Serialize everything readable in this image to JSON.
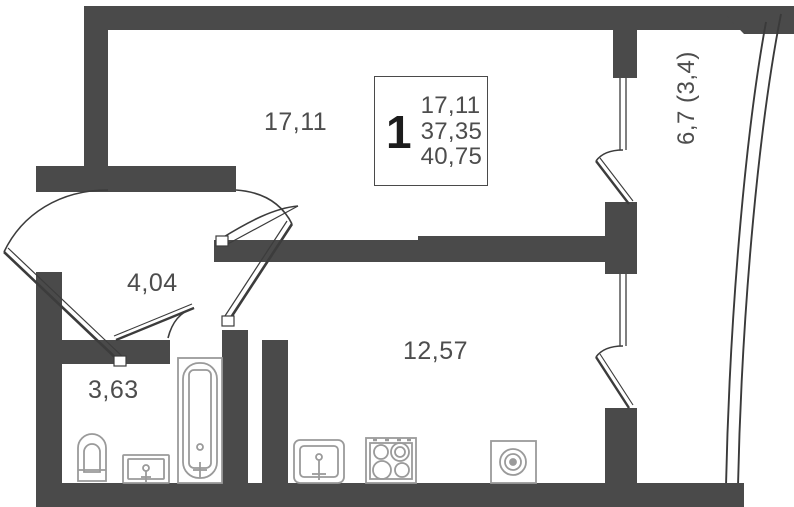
{
  "plan": {
    "wall_color": "#4a4a4a",
    "fixture_color": "#9a9a9a",
    "label_color": "#4d4d4d",
    "background": "#ffffff"
  },
  "info_box": {
    "rooms": "1",
    "areas": [
      "17,11",
      "37,35",
      "40,75"
    ]
  },
  "rooms": [
    {
      "id": "living",
      "label": "17,11"
    },
    {
      "id": "hall",
      "label": "4,04"
    },
    {
      "id": "bath",
      "label": "3,63"
    },
    {
      "id": "kitchen",
      "label": "12,57"
    },
    {
      "id": "balcony",
      "label": "6,7 (3,4)"
    }
  ],
  "fixtures": [
    {
      "id": "toilet",
      "name": "toilet-fixture"
    },
    {
      "id": "bath-sink",
      "name": "bathroom-sink-fixture"
    },
    {
      "id": "bathtub",
      "name": "bathtub-fixture"
    },
    {
      "id": "kitchen-sink",
      "name": "kitchen-sink-fixture"
    },
    {
      "id": "stove",
      "name": "stove-fixture"
    },
    {
      "id": "washing-machine",
      "name": "washing-machine-fixture"
    }
  ],
  "doors": [
    {
      "id": "entrance-door",
      "name": "entrance-door"
    },
    {
      "id": "living-door",
      "name": "living-room-door"
    },
    {
      "id": "kitchen-door",
      "name": "kitchen-door"
    },
    {
      "id": "bathroom-door",
      "name": "bathroom-door"
    },
    {
      "id": "balcony-door-upper",
      "name": "balcony-door-upper"
    },
    {
      "id": "balcony-door-lower",
      "name": "balcony-door-lower"
    }
  ]
}
